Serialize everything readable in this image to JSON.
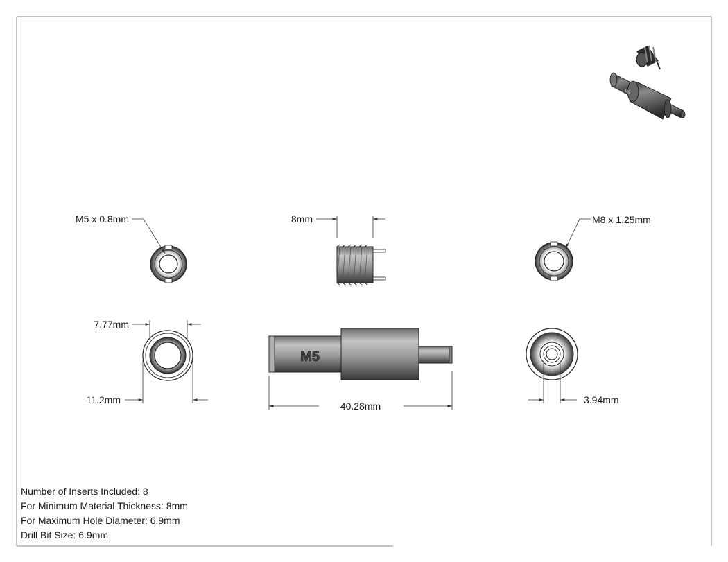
{
  "callouts": {
    "thread_m5": "M5 x 0.8mm",
    "insert_length": "8mm",
    "thread_m8": "M8 x 1.25mm",
    "inner_diameter": "7.77mm",
    "outer_diameter": "11.2mm",
    "tool_length": "40.28mm",
    "pilot_diameter": "3.94mm"
  },
  "tool_marking": "M5",
  "notes": [
    "Number of Inserts Included: 8",
    "For Minimum Material Thickness: 8mm",
    "For Maximum Hole Diameter: 6.9mm",
    "Drill Bit Size: 6.9mm"
  ]
}
